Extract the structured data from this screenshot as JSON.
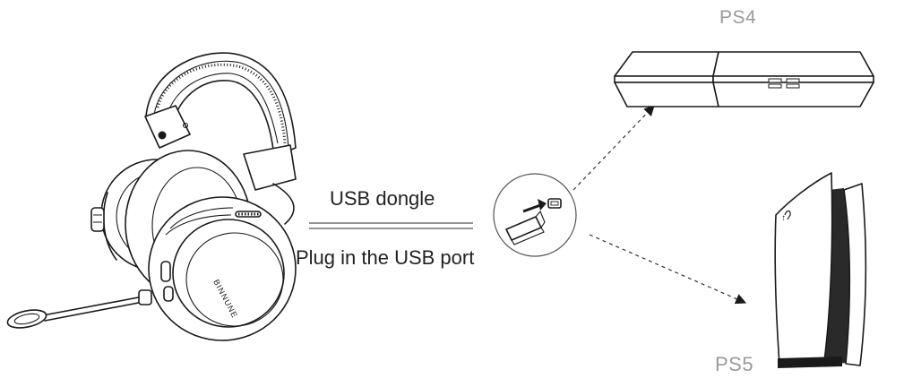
{
  "labels": {
    "dongle": "USB dongle",
    "plug": "Plug in the USB port",
    "ps4": "PS4",
    "ps5": "PS5"
  },
  "headset_brand_text": "BINNUNE",
  "icons": [
    "headset-icon",
    "usb-dongle-icon",
    "ps4-console-icon",
    "ps5-console-icon"
  ],
  "colors": {
    "line": "#1a1a1a",
    "console_label": "#9a9a9a",
    "text": "#222222"
  }
}
